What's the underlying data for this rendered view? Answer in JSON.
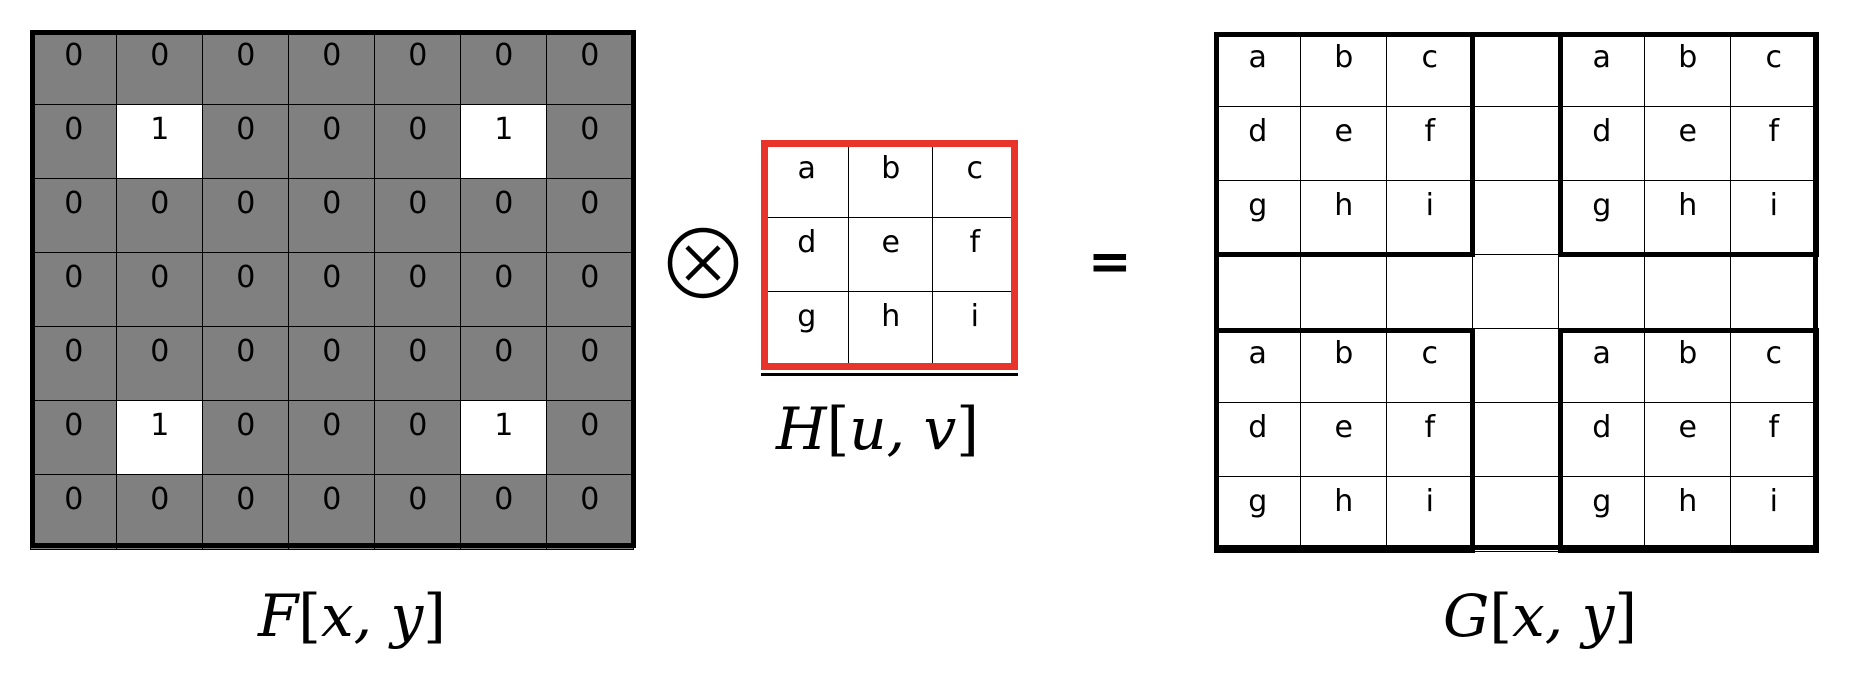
{
  "figure": {
    "input": {
      "label": "F[x, y]",
      "label_parts": {
        "name": "F",
        "open": "[",
        "args": "x, y",
        "close": "]"
      },
      "rows": [
        [
          "0",
          "0",
          "0",
          "0",
          "0",
          "0",
          "0"
        ],
        [
          "0",
          "1",
          "0",
          "0",
          "0",
          "1",
          "0"
        ],
        [
          "0",
          "0",
          "0",
          "0",
          "0",
          "0",
          "0"
        ],
        [
          "0",
          "0",
          "0",
          "0",
          "0",
          "0",
          "0"
        ],
        [
          "0",
          "0",
          "0",
          "0",
          "0",
          "0",
          "0"
        ],
        [
          "0",
          "1",
          "0",
          "0",
          "0",
          "1",
          "0"
        ],
        [
          "0",
          "0",
          "0",
          "0",
          "0",
          "0",
          "0"
        ]
      ],
      "zero_color": "#808080",
      "one_color": "#ffffff"
    },
    "operator": {
      "symbol": "⊗",
      "name": "convolution"
    },
    "kernel": {
      "label": "H[u, v]",
      "label_parts": {
        "name": "H",
        "open": "[",
        "args": "u, v",
        "close": "]"
      },
      "rows": [
        [
          "a",
          "b",
          "c"
        ],
        [
          "d",
          "e",
          "f"
        ],
        [
          "g",
          "h",
          "i"
        ]
      ],
      "border_color": "#e8342a"
    },
    "equals": "=",
    "output": {
      "label": "G[x, y]",
      "label_parts": {
        "name": "G",
        "open": "[",
        "args": "x, y",
        "close": "]"
      },
      "rows": [
        [
          "a",
          "b",
          "c",
          "",
          "a",
          "b",
          "c"
        ],
        [
          "d",
          "e",
          "f",
          "",
          "d",
          "e",
          "f"
        ],
        [
          "g",
          "h",
          "i",
          "",
          "g",
          "h",
          "i"
        ],
        [
          "",
          "",
          "",
          "",
          "",
          "",
          ""
        ],
        [
          "a",
          "b",
          "c",
          "",
          "a",
          "b",
          "c"
        ],
        [
          "d",
          "e",
          "f",
          "",
          "d",
          "e",
          "f"
        ],
        [
          "g",
          "h",
          "i",
          "",
          "g",
          "h",
          "i"
        ]
      ],
      "kernel_copies": [
        {
          "row": 0,
          "col": 0
        },
        {
          "row": 0,
          "col": 4
        },
        {
          "row": 4,
          "col": 0
        },
        {
          "row": 4,
          "col": 4
        }
      ]
    }
  }
}
